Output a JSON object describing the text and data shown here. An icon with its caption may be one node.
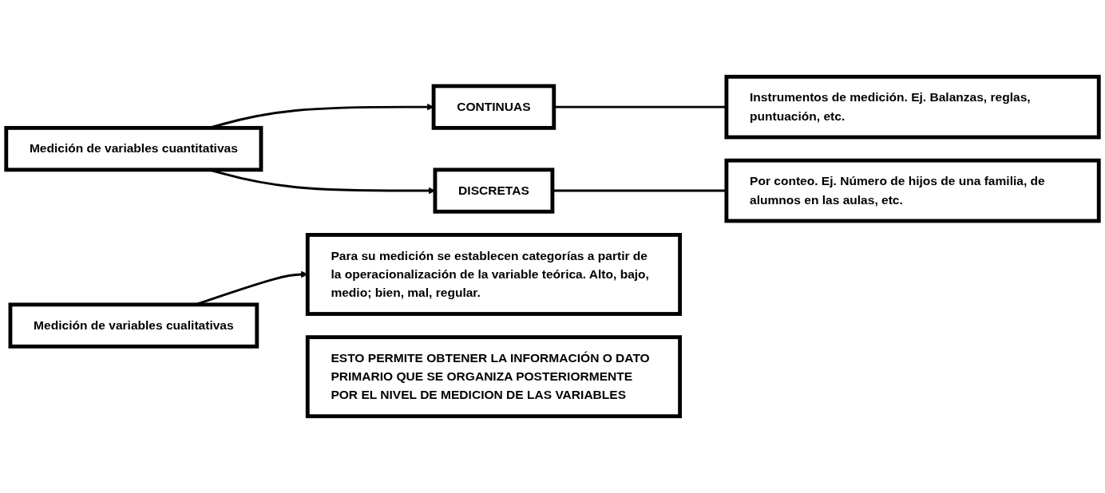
{
  "diagram": {
    "nodes": [
      {
        "text": [
          "Medición de variables cuantitativas"
        ]
      },
      {
        "text": [
          "CONTINUAS"
        ]
      },
      {
        "text": [
          "Instrumentos de medición. Ej. Balanzas, reglas, puntuación, etc."
        ]
      },
      {
        "text": [
          "DISCRETAS"
        ]
      },
      {
        "text": [
          "Por conteo. Ej. Número de hijos de una familia, de alumnos en las aulas, etc."
        ]
      },
      {
        "text": [
          "Medición de variables cualitativas"
        ]
      },
      {
        "text": [
          "Para su medición se establecen categorías a partir de la operacionalización de la variable teórica. Alto, bajo, medio; bien, mal, regular."
        ]
      },
      {
        "text": [
          "ESTO PERMITE OBTENER LA INFORMACIÓN O DATO PRIMARIO QUE SE ORGANIZA POSTERIORMENTE POR EL NIVEL DE MEDICION DE LAS VARIABLES"
        ]
      }
    ],
    "edges": [
      {
        "from": 0,
        "to": 1,
        "arrow": "to"
      },
      {
        "from": 0,
        "to": 3,
        "arrow": "to"
      },
      {
        "from": 1,
        "to": 2,
        "arrow": "none"
      },
      {
        "from": 3,
        "to": 4,
        "arrow": "none"
      },
      {
        "from": 5,
        "to": 6,
        "arrow": "to"
      }
    ]
  }
}
